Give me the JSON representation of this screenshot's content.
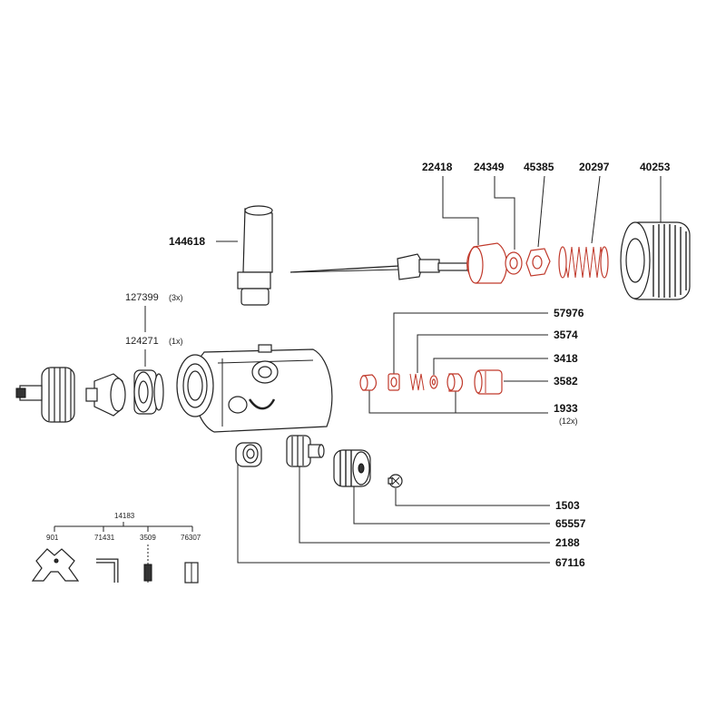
{
  "parts_top": [
    {
      "number": "22418"
    },
    {
      "number": "24349"
    },
    {
      "number": "45385"
    },
    {
      "number": "20297"
    },
    {
      "number": "40253"
    }
  ],
  "part_144618": "144618",
  "part_127399": "127399",
  "qty_127399": "(3x)",
  "part_124271": "124271",
  "qty_124271": "(1x)",
  "parts_right": [
    {
      "number": "57976"
    },
    {
      "number": "3574"
    },
    {
      "number": "3418"
    },
    {
      "number": "3582"
    },
    {
      "number": "1933"
    }
  ],
  "qty_1933": "(12x)",
  "parts_bottom": [
    {
      "number": "1503"
    },
    {
      "number": "65557"
    },
    {
      "number": "2188"
    },
    {
      "number": "67116"
    }
  ],
  "kit": {
    "number": "14183",
    "items": [
      "901",
      "71431",
      "3509",
      "76307"
    ]
  },
  "colors": {
    "highlight": "#c0392b",
    "line": "#222222"
  }
}
